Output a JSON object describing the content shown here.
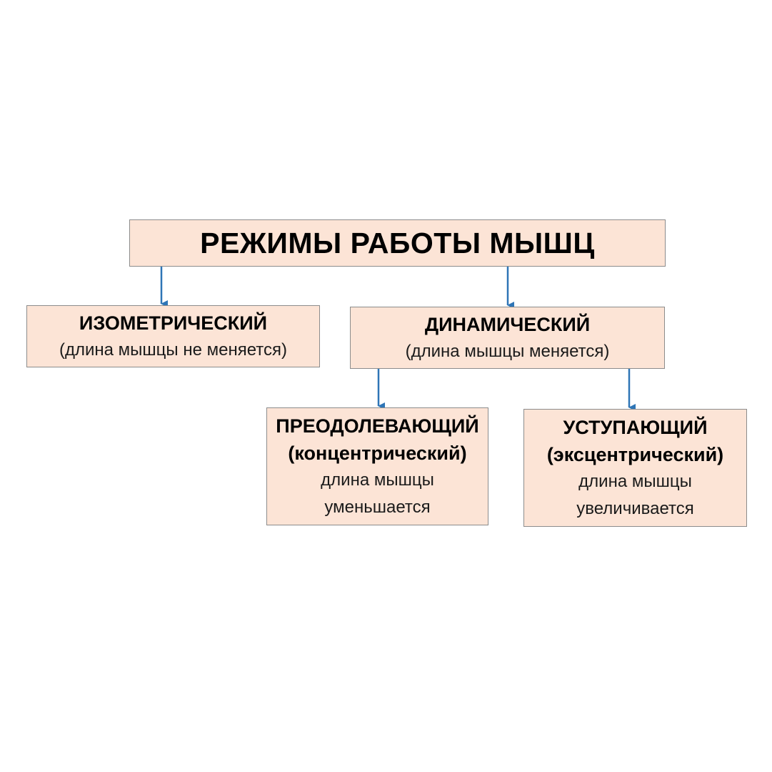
{
  "diagram": {
    "root": {
      "title": "РЕЖИМЫ РАБОТЫ МЫШЦ"
    },
    "isometric": {
      "title": "ИЗОМЕТРИЧЕСКИЙ",
      "description": "(длина мышцы не меняется)"
    },
    "dynamic": {
      "title": "ДИНАМИЧЕСКИЙ",
      "description": "(длина мышцы меняется)"
    },
    "concentric": {
      "title": "ПРЕОДОЛЕВАЮЩИЙ",
      "subtitle": "(концентрический)",
      "description_line1": "длина мышцы",
      "description_line2": "уменьшается"
    },
    "eccentric": {
      "title": "УСТУПАЮЩИЙ",
      "subtitle": "(эксцентрический)",
      "description_line1": "длина мышцы",
      "description_line2": "увеличивается"
    },
    "colors": {
      "box_fill": "#fce4d6",
      "box_border": "#8c8c8c",
      "arrow": "#2e75b6"
    }
  }
}
